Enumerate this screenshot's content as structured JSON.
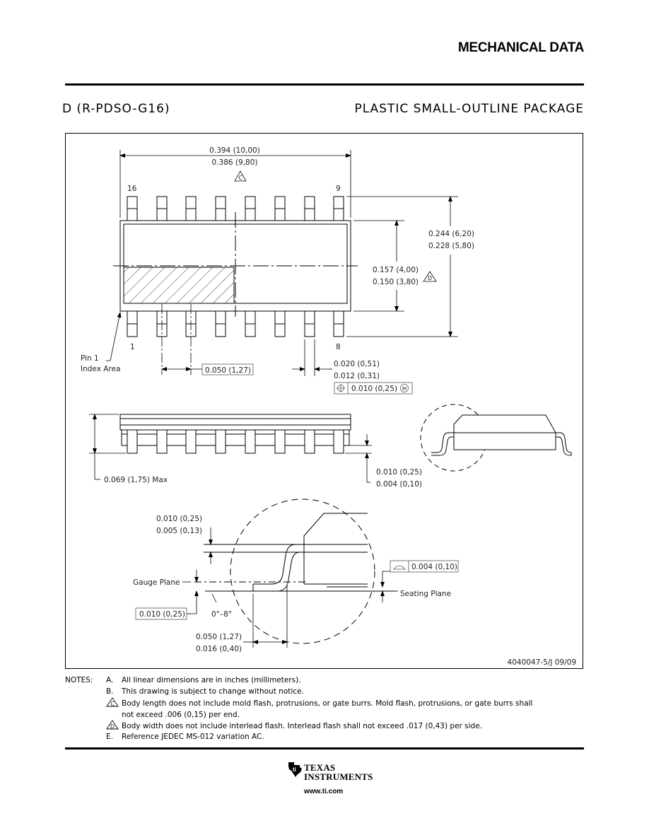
{
  "header": {
    "title": "MECHANICAL DATA"
  },
  "package": {
    "code": "D (R-PDSO-G16)",
    "name": "PLASTIC SMALL-OUTLINE PACKAGE"
  },
  "drawing": {
    "body_length_max": "0.394 (10,00)",
    "body_length_min": "0.386 (9,80)",
    "note_ref_c": "C",
    "pin_16": "16",
    "pin_9": "9",
    "pin_1": "1",
    "pin_8": "8",
    "overall_width_max": "0.244 (6,20)",
    "overall_width_min": "0.228 (5,80)",
    "body_width_max": "0.157 (4,00)",
    "body_width_min": "0.150 (3,80)",
    "note_ref_d": "D",
    "pin1_label_1": "Pin 1",
    "pin1_label_2": "Index Area",
    "pitch": "0.050 (1,27)",
    "lead_width_max": "0.020 (0,51)",
    "lead_width_min": "0.012 (0,31)",
    "position_tol": "0.010 (0,25)",
    "position_mod": "M",
    "height_max": "0.069 (1,75) Max",
    "standoff_max": "0.010 (0,25)",
    "standoff_min": "0.004 (0,10)",
    "lead_thick_max": "0.010 (0,25)",
    "lead_thick_min": "0.005 (0,13)",
    "coplanarity": "0.004 (0,10)",
    "gauge_plane": "Gauge Plane",
    "seating_plane": "Seating Plane",
    "gauge_dim": "0.010 (0,25)",
    "angle": "0°–8°",
    "foot_max": "0.050 (1,27)",
    "foot_min": "0.016 (0,40)",
    "drawing_number": "4040047-5/J  09/09"
  },
  "notes": {
    "label": "NOTES:",
    "items": [
      {
        "letter": "A.",
        "text": "All linear dimensions are in inches (millimeters)."
      },
      {
        "letter": "B.",
        "text": "This drawing is subject to change without notice."
      },
      {
        "letter": "C",
        "text": "Body length does not include mold flash, protrusions, or gate burrs.  Mold flash, protrusions, or gate burrs shall",
        "cont": "not exceed .006 (0,15) per end."
      },
      {
        "letter": "D",
        "text": "Body width does not include interlead flash.  Interlead flash shall not exceed .017 (0,43) per side."
      },
      {
        "letter": "E.",
        "text": "Reference JEDEC MS-012 variation AC."
      }
    ]
  },
  "footer": {
    "brand_line1": "TEXAS",
    "brand_line2": "INSTRUMENTS",
    "url": "www.ti.com"
  }
}
